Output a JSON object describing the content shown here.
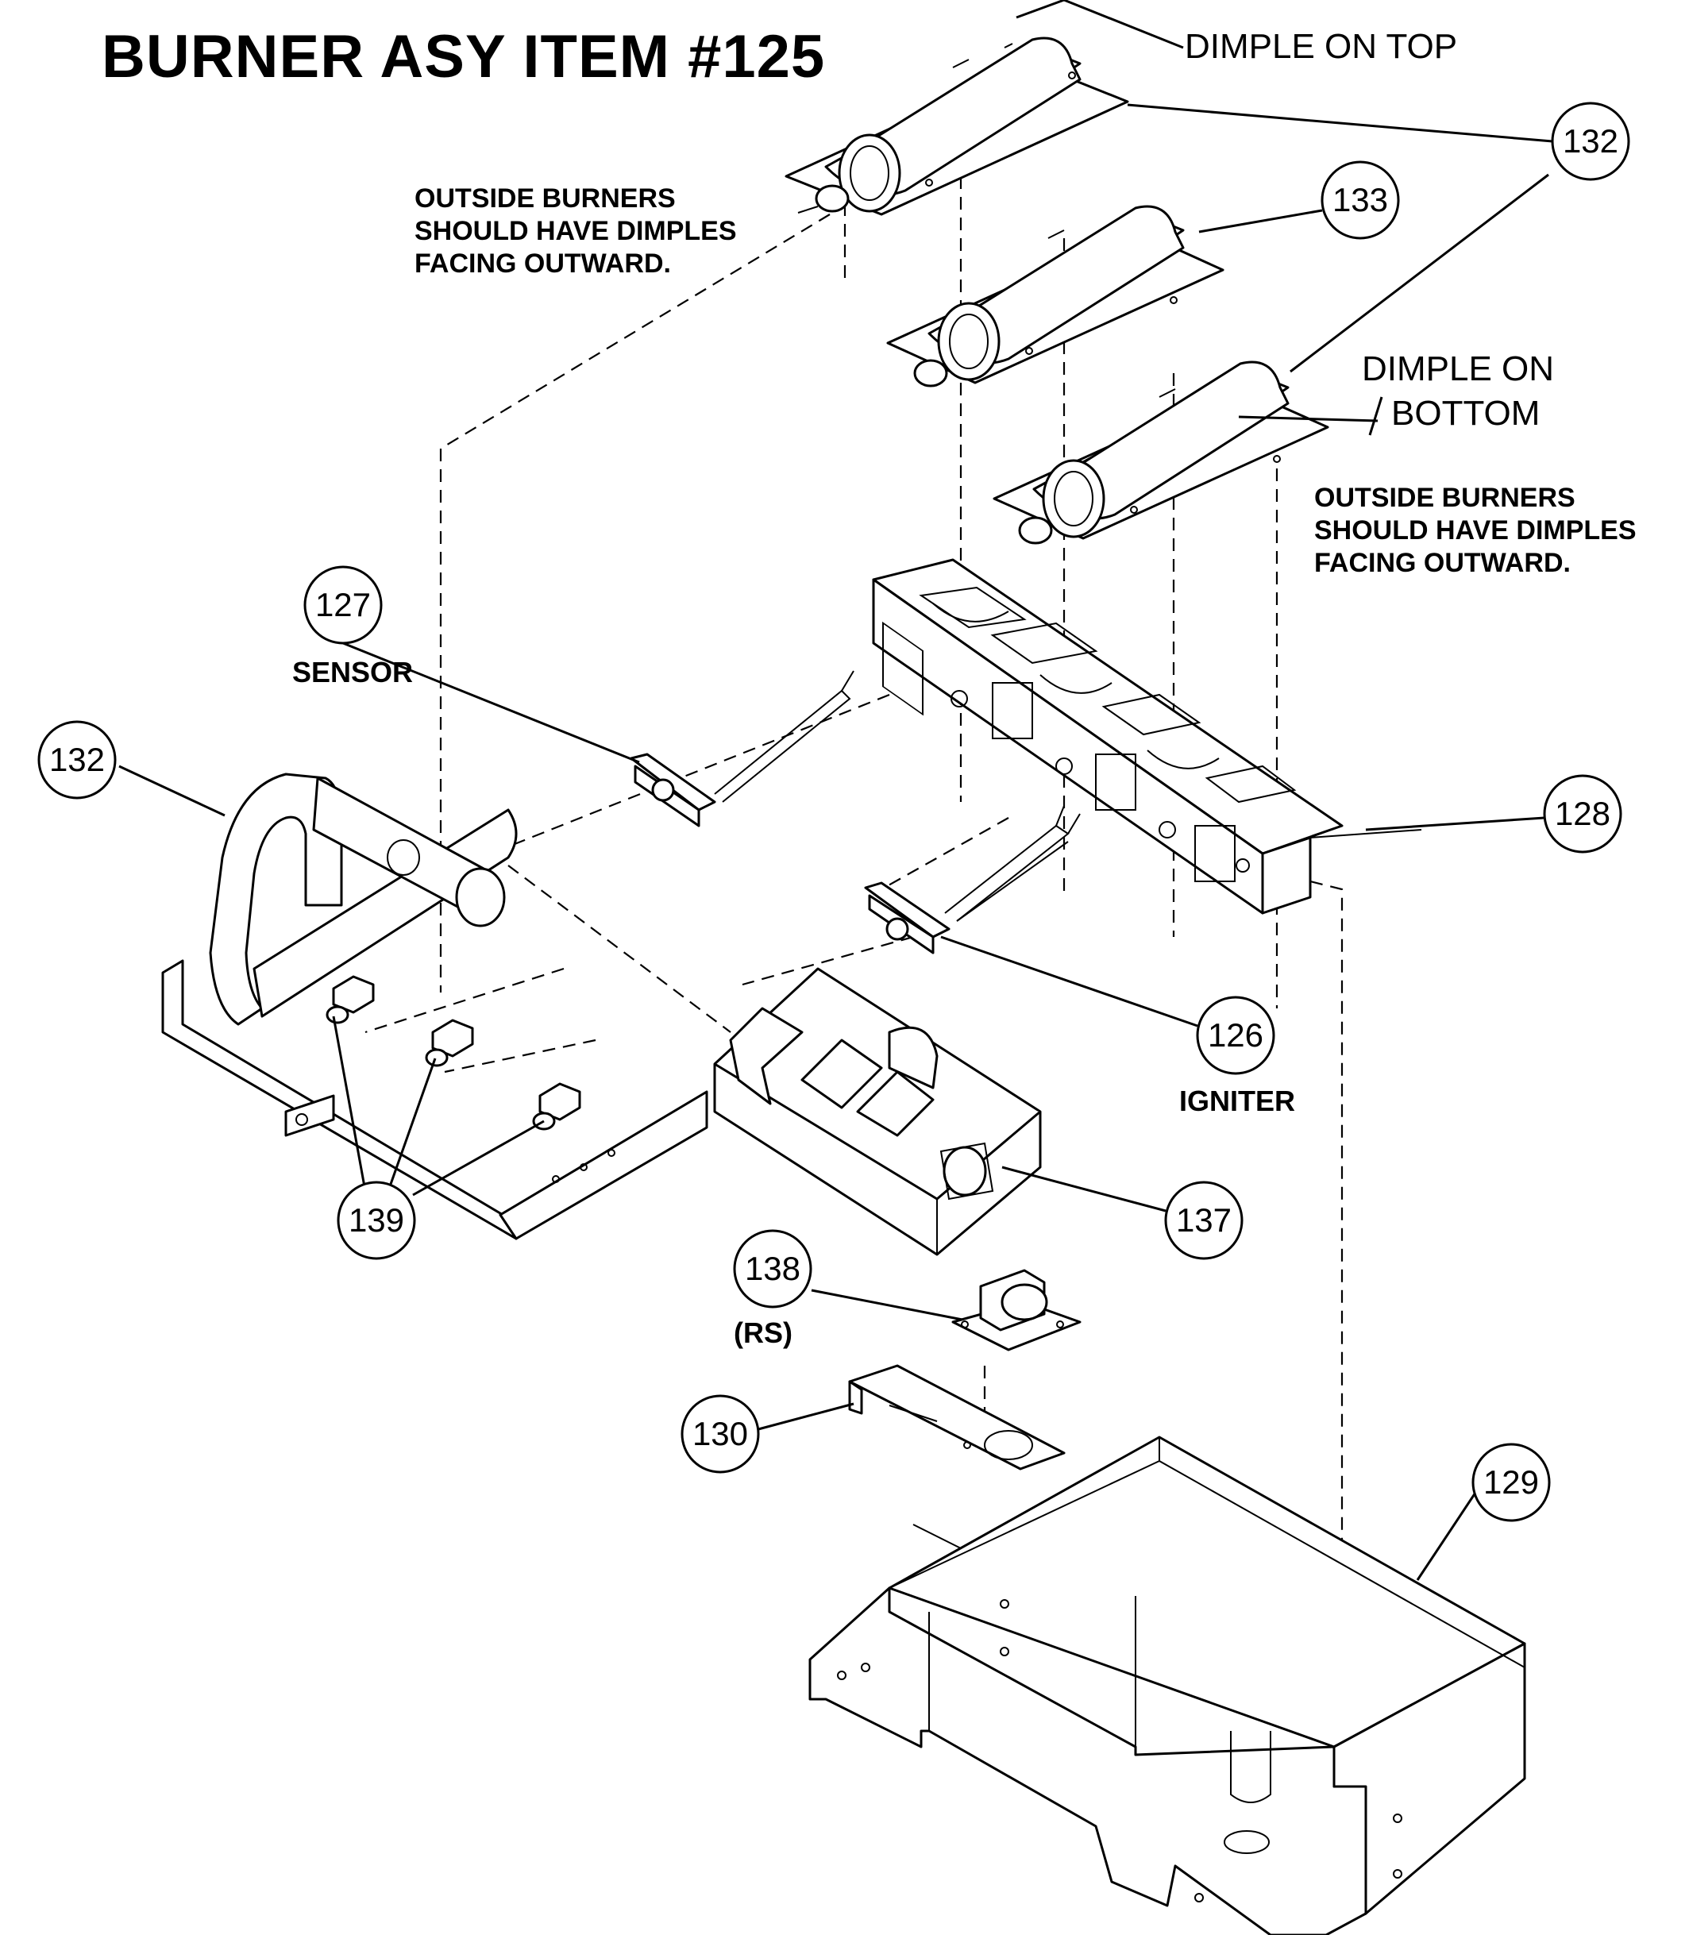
{
  "title": "BURNER ASY ITEM #125",
  "labels": {
    "dimple_top": "DIMPLE ON TOP",
    "dimple_bottom_line1": "DIMPLE ON",
    "dimple_bottom_line2": "BOTTOM",
    "sensor": "SENSOR",
    "igniter": "IGNITER",
    "rs": "(RS)"
  },
  "notes": {
    "left": [
      "OUTSIDE BURNERS",
      "SHOULD HAVE DIMPLES",
      "FACING OUTWARD."
    ],
    "right": [
      "OUTSIDE BURNERS",
      "SHOULD HAVE DIMPLES",
      "FACING OUTWARD."
    ]
  },
  "callouts": {
    "top_burner": "132",
    "middle_burner": "133",
    "manifold": "132",
    "sensor": "127",
    "burner_box": "128",
    "igniter": "126",
    "gas_valve": "137",
    "orifices": "139",
    "rollout_switch": "138",
    "bracket": "130",
    "base_pan": "129"
  }
}
